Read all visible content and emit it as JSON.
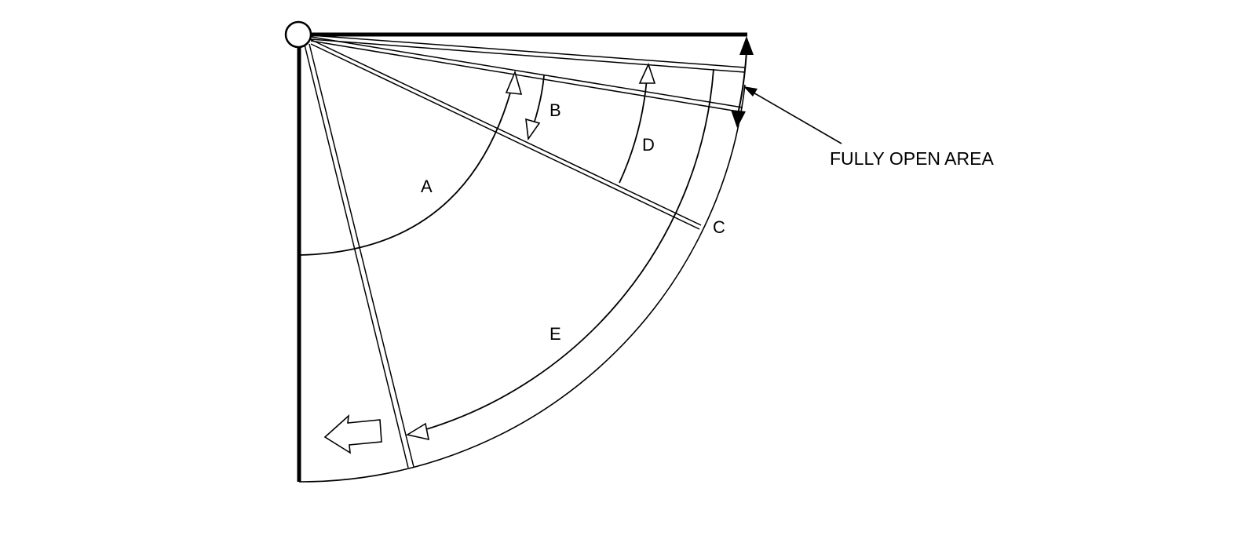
{
  "labels": {
    "a": "A",
    "b": "B",
    "c": "C",
    "d": "D",
    "e": "E",
    "fully_open_area": "FULLY OPEN AREA"
  },
  "colors": {
    "line": "#000000",
    "background": "#ffffff"
  }
}
